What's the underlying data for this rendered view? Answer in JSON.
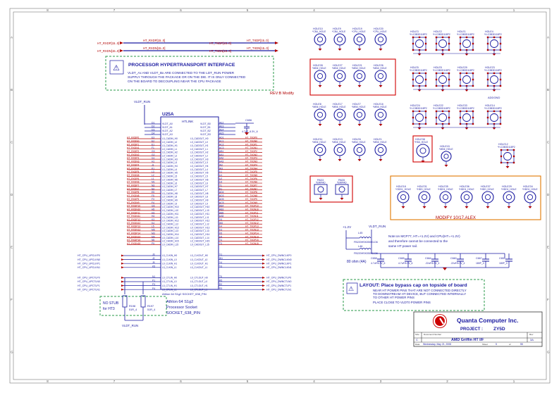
{
  "colors": {
    "wire": "#1a1aa0",
    "pin": "#b00000",
    "red_box": "#d00000",
    "green_box": "#2a9a4a",
    "orange_box": "#e07800",
    "title_text": "#1a1aa0",
    "note_red": "#b00000",
    "logo_red": "#cc0000"
  },
  "border": {
    "row_letters": [
      "A",
      "B",
      "C",
      "D",
      "E",
      "F",
      "G"
    ],
    "col_numbers": [
      "1",
      "2",
      "3",
      "4",
      "5",
      "6",
      "7",
      "8"
    ]
  },
  "top_nets": {
    "left_pins": [
      "HT_RXDP[15..0]",
      "HT_RXDN[15..0]"
    ],
    "right_pins": [
      "HT_TXDP[15..0]",
      "HT_TXDN[15..0]"
    ],
    "left_labels": [
      "HT_RXDP[15..0]",
      "HT_RXDN[15..0]"
    ],
    "right_labels": [
      "HT_TXDP[15..0]",
      "HT_TXDN[15..0]"
    ]
  },
  "ht_note": {
    "title": "PROCESSOR HYPERTRANSPORT INTERFACE",
    "line1": "VLDT_Ax AND VLDT_Bx ARE CONNECTED TO THE LDT_RUN POWER",
    "line2": "SUPPLY THROUGH THE PACKAGE OR ON THE DIE. IT IS ONLY CONNECTED",
    "line3": "ON THE BOARD TO DECOUPLING NEAR THE CPU PACKAGE"
  },
  "rev_modify": "REV:B Modify",
  "vldt_run_top": "VLDT_RUN",
  "chip": {
    "ref": "U25A",
    "section": "HTLINK",
    "power_left": [
      "VLDT_A0",
      "VLDT_A1",
      "VLDT_A2",
      "VLDT_A3"
    ],
    "power_right": [
      "VLDT_B0",
      "VLDT_B1",
      "VLDT_B2",
      "VLDT_B3"
    ],
    "power_left_pins": [
      "D1",
      "D2",
      "D3",
      "D4"
    ],
    "power_right_pins": [
      "AE2",
      "AE3",
      "AE4",
      "AE5"
    ],
    "cap_ref": "C656",
    "cap_val": "4.7uF_6.3V_6",
    "data_left": [
      "L0_CADIN_H0",
      "L0_CADIN_L0",
      "L0_CADIN_H1",
      "L0_CADIN_L1",
      "L0_CADIN_H2",
      "L0_CADIN_L2",
      "L0_CADIN_H3",
      "L0_CADIN_L3",
      "L0_CADIN_H4",
      "L0_CADIN_L4",
      "L0_CADIN_H5",
      "L0_CADIN_L5",
      "L0_CADIN_H6",
      "L0_CADIN_L6",
      "L0_CADIN_H7",
      "L0_CADIN_L7",
      "L0_CADIN_H8",
      "L0_CADIN_L8",
      "L0_CADIN_H9",
      "L0_CADIN_L9",
      "L0_CADIN_H10",
      "L0_CADIN_L10",
      "L0_CADIN_H11",
      "L0_CADIN_L11",
      "L0_CADIN_H12",
      "L0_CADIN_L12",
      "L0_CADIN_H13",
      "L0_CADIN_L13",
      "L0_CADIN_H14",
      "L0_CADIN_L14",
      "L0_CADIN_H15",
      "L0_CADIN_L15"
    ],
    "data_right": [
      "L0_CADOUT_H0",
      "L0_CADOUT_L0",
      "L0_CADOUT_H1",
      "L0_CADOUT_L1",
      "L0_CADOUT_H2",
      "L0_CADOUT_L2",
      "L0_CADOUT_H3",
      "L0_CADOUT_L3",
      "L0_CADOUT_H4",
      "L0_CADOUT_L4",
      "L0_CADOUT_H5",
      "L0_CADOUT_L5",
      "L0_CADOUT_H6",
      "L0_CADOUT_L6",
      "L0_CADOUT_H7",
      "L0_CADOUT_L7",
      "L0_CADOUT_H8",
      "L0_CADOUT_L8",
      "L0_CADOUT_H9",
      "L0_CADOUT_L9",
      "L0_CADOUT_H10",
      "L0_CADOUT_L10",
      "L0_CADOUT_H11",
      "L0_CADOUT_L11",
      "L0_CADOUT_H12",
      "L0_CADOUT_L12",
      "L0_CADOUT_H13",
      "L0_CADOUT_L13",
      "L0_CADOUT_H14",
      "L0_CADOUT_L14",
      "L0_CADOUT_H15",
      "L0_CADOUT_L15"
    ],
    "data_left_pins": [
      "E3",
      "E2",
      "E1",
      "F1",
      "G3",
      "G2",
      "G1",
      "H1",
      "J1",
      "K1",
      "L3",
      "L2",
      "L1",
      "M1",
      "N3",
      "N2",
      "E5",
      "F5",
      "F3",
      "F4",
      "G5",
      "H5",
      "H3",
      "H4",
      "K3",
      "K4",
      "L5",
      "M5",
      "M3",
      "M4",
      "N5",
      "P5"
    ],
    "data_right_pins": [
      "AD1",
      "AC1",
      "AC2",
      "AC3",
      "AB1",
      "AA1",
      "AA2",
      "AA3",
      "W2",
      "W3",
      "V1",
      "U1",
      "U2",
      "U3",
      "T1",
      "R1",
      "AD4",
      "AD3",
      "AD5",
      "AC5",
      "AB4",
      "AB3",
      "AB5",
      "AA5",
      "Y5",
      "W5",
      "V4",
      "V3",
      "V5",
      "U5",
      "T4",
      "T3"
    ],
    "data_left_nets": [
      "HT_RXDP0",
      "HT_RXDN0",
      "HT_RXDP1",
      "HT_RXDN1",
      "HT_RXDP2",
      "HT_RXDN2",
      "HT_RXDP3",
      "HT_RXDN3",
      "HT_RXDP4",
      "HT_RXDN4",
      "HT_RXDP5",
      "HT_RXDN5",
      "HT_RXDP6",
      "HT_RXDN6",
      "HT_RXDP7",
      "HT_RXDN7",
      "HT_RXDP8",
      "HT_RXDN8",
      "HT_RXDP9",
      "HT_RXDN9",
      "HT_RXDP10",
      "HT_RXDN10",
      "HT_RXDP11",
      "HT_RXDN11",
      "HT_RXDP12",
      "HT_RXDN12",
      "HT_RXDP13",
      "HT_RXDN13",
      "HT_RXDP14",
      "HT_RXDN14",
      "HT_RXDP15",
      "HT_RXDN15"
    ],
    "data_right_nets": [
      "HT_TXDP0",
      "HT_TXDN0",
      "HT_TXDP1",
      "HT_TXDN1",
      "HT_TXDP2",
      "HT_TXDN2",
      "HT_TXDP3",
      "HT_TXDN3",
      "HT_TXDP4",
      "HT_TXDN4",
      "HT_TXDP5",
      "HT_TXDN5",
      "HT_TXDP6",
      "HT_TXDN6",
      "HT_TXDP7",
      "HT_TXDN7",
      "HT_TXDP8",
      "HT_TXDN8",
      "HT_TXDP9",
      "HT_TXDN9",
      "HT_TXDP10",
      "HT_TXDN10",
      "HT_TXDP11",
      "HT_TXDN11",
      "HT_TXDP12",
      "HT_TXDN12",
      "HT_TXDP13",
      "HT_TXDN13",
      "HT_TXDP14",
      "HT_TXDN14",
      "HT_TXDP15",
      "HT_TXDN15"
    ],
    "clk_left": [
      "L0_CLKIN_H0",
      "L0_CLKIN_L0",
      "L0_CLKIN_H1",
      "L0_CLKIN_L1"
    ],
    "clk_right": [
      "L0_CLKOUT_H0",
      "L0_CLKOUT_L0",
      "L0_CLKOUT_H1",
      "L0_CLKOUT_L1"
    ],
    "clk_left_pins": [
      "J3",
      "J2",
      "J5",
      "K5"
    ],
    "clk_right_pins": [
      "Y1",
      "W1",
      "Y4",
      "Y3"
    ],
    "ctl_left": [
      "L0_CTLIN_H0",
      "L0_CTLIN_L0",
      "L0_CTLIN_H1",
      "L0_CTLIN_L1"
    ],
    "ctl_right": [
      "L0_CTLOUT_H0",
      "L0_CTLOUT_L0",
      "L0_CTLOUT_H1",
      "L0_CTLOUT_L1"
    ],
    "ctl_left_pins": [
      "N1",
      "P1",
      "P3",
      "P4"
    ],
    "ctl_right_pins": [
      "T5",
      "R5",
      "R2",
      "R3"
    ],
    "clkctl_left_nets": [
      "HT_CPU_UPCLKP0",
      "HT_CPU_UPCLKN0",
      "HT_CPU_UPCLKP1",
      "HT_CPU_UPCLKN1",
      "HT_CPU_UPCTLP0",
      "HT_CPU_UPCTLN0",
      "HT_CPU_UPCTLP1",
      "HT_CPU_UPCTLN1"
    ],
    "clkctl_right_nets": [
      "HT_CPU_DWNCLKP0",
      "HT_CPU_DWNCLKN0",
      "HT_CPU_DWNCLKP1",
      "HT_CPU_DWNCLKN1",
      "HT_CPU_DWNCTLP0",
      "HT_CPU_DWNCTLN0",
      "HT_CPU_DWNCTLP1",
      "HT_CPU_DWNCTLN1"
    ],
    "footer_label": "Athlon 64 S1g2 SOCKET_638_PIN",
    "socket_line1": "Athlon 64 S1g2",
    "socket_line2": "Processor Socket",
    "socket_line3": "SOCKET_638_PIN"
  },
  "nostub": {
    "line1": "NO STUB",
    "line2": "for HT3"
  },
  "resistors": [
    {
      "ref": "R198",
      "val": "51R_4"
    },
    {
      "ref": "R197",
      "val": "51R_4"
    }
  ],
  "vldt_run_bottom": "VLDT_RUN",
  "holes_row1": [
    {
      "ref": "HOLE10",
      "val": "*C8U_HOLE"
    },
    {
      "ref": "HOLE9",
      "val": "*C8U_HOLE"
    },
    {
      "ref": "HOLE19",
      "val": "*CPU_HOLE"
    },
    {
      "ref": "HOLE20",
      "val": "*CPU_HOLE"
    }
  ],
  "holes_row2": [
    {
      "ref": "HOLE28",
      "val": "*MINI_HOLE"
    },
    {
      "ref": "HOLE27",
      "val": "*MINI_HOLE"
    },
    {
      "ref": "HOLE21",
      "val": "*MINI_HOLE"
    },
    {
      "ref": "HOLE26",
      "val": "*MINI_HOLE"
    }
  ],
  "holes_row3": [
    {
      "ref": "HOLE8",
      "val": "*MINI_HOLE"
    },
    {
      "ref": "HOLE17",
      "val": "*MINI_HOLE"
    },
    {
      "ref": "HOLE7",
      "val": "*MINI_HOLE"
    },
    {
      "ref": "HOLE16",
      "val": "*MINI_HOLE"
    }
  ],
  "holes_row4": [
    {
      "ref": "HOLE11",
      "val": "*MINI_HOLE"
    },
    {
      "ref": "HOLE13",
      "val": "*MINI_HOLE"
    },
    {
      "ref": "HOLE6",
      "val": "*MINI_HOLE"
    },
    {
      "ref": "HOLE1",
      "val": "*MINI_HOLE"
    }
  ],
  "hcb_row1": [
    {
      "ref": "HOLE3",
      "val": "*H-C3B3D118P2"
    },
    {
      "ref": "HOLE2",
      "val": "*H-C3B3D118P2"
    },
    {
      "ref": "HOLE1",
      "val": "*H-C3B3D118P2"
    },
    {
      "ref": "HOLE4",
      "val": "*H-C3B3D118P2"
    }
  ],
  "hcb_row2": [
    {
      "ref": "HOLE5",
      "val": "*H-C3B3D118P2"
    },
    {
      "ref": "HOLE5",
      "val": "*H-C3B3D118P2"
    },
    {
      "ref": "HOLE29",
      "val": "*H-C3B3D118P2"
    },
    {
      "ref": "HOLE23",
      "val": "*H-C3B3D118P2"
    }
  ],
  "hcb_row3": [
    {
      "ref": "HOLE24",
      "val": "*H-C3B3D118P2"
    },
    {
      "ref": "HOLE22",
      "val": "*H-C3B3D118P2"
    },
    {
      "ref": "HOLE33",
      "val": "*H-C3B3D118P2"
    },
    {
      "ref": "HOLE14",
      "val": "*H-C3B3D118P2"
    }
  ],
  "addgnd": "ADDGND",
  "fan_hole": {
    "ref": "HOLE38",
    "val": "*FAN_HOLE"
  },
  "mini_hole_mid": {
    "ref": "HOLE15",
    "val": "*MINI_HOLE"
  },
  "hole12": {
    "ref": "HOLE12",
    "val": "*H-C3B3D118P2"
  },
  "pads": [
    {
      "ref": "PAD3",
      "val": "*EMIPAD"
    },
    {
      "ref": "PAD5",
      "val": "*EMIPAD"
    }
  ],
  "orange_holes": [
    {
      "ref": "HOLE18",
      "val": "*ODD1_HOLE"
    },
    {
      "ref": "HOLE31",
      "val": "*HDD_HOLE"
    },
    {
      "ref": "HOLE35",
      "val": "*HDD1_HOLE"
    },
    {
      "ref": "HOLE36",
      "val": "*HDD1_HOLE"
    },
    {
      "ref": "HOLE37",
      "val": "*HDD_HOLE"
    },
    {
      "ref": "HOLE29",
      "val": "*HDD1_HOLE"
    },
    {
      "ref": "HOLE34",
      "val": "*HDD1_HOLE"
    }
  ],
  "modify_label": "MODIFY 10/17,ALEX",
  "power": {
    "v12": "+1.2V",
    "vldt": "VLDT_RUN",
    "l1_ref": "L45",
    "l1_val": "FB220HSK05003-D6",
    "l2_ref": "L46",
    "l2_val": "FB220HSK05003-D6",
    "note1": "Note:on MCP77, HT=+1.2V) and CPU(HT=+1.2V)",
    "note2": "and therefore cannot be connected to the",
    "note3": "same HT power rail.",
    "ohm": "80 ohm (4A)"
  },
  "caps": [
    {
      "ref": "C658",
      "val": "4.7uF/6.3V_6"
    },
    {
      "ref": "C665",
      "val": "4.7uF/6.3V_6"
    },
    {
      "ref": "C664",
      "val": ".22uF/6.3V_4"
    },
    {
      "ref": "C660",
      "val": ".22uF/6.3V_4"
    },
    {
      "ref": "C667",
      "val": "180P_4"
    },
    {
      "ref": "C659",
      "val": "180P_4"
    }
  ],
  "layout_note": {
    "title": "LAYOUT: Place bypass cap on topside of board",
    "lines": [
      "NEAR HT POWER PINS THAT ARE NOT CONNECTED DIRECTLY",
      "TO DOWNSTREAM HT DEVICE, BUT CONNECTED INTERNALLY",
      "TO OTHER HT POWER PINS",
      "PLACE CLOSE TO VLDT0 POWER PINS"
    ]
  },
  "title_block": {
    "company": "Quanta Computer Inc.",
    "project_label": "PROJECT :",
    "project": "ZY5D",
    "size_label": "Size",
    "docnum_label": "Document Number",
    "rev_label": "Rev",
    "size": "C",
    "sheet_title": "AMD Griffin HT I/F",
    "rev": "3A",
    "date_label": "Date:",
    "date": "Wednesday, May 21, 2008",
    "sheet_label": "Sheet",
    "sheet_num": "5",
    "of_label": "of",
    "sheet_total": "55"
  }
}
